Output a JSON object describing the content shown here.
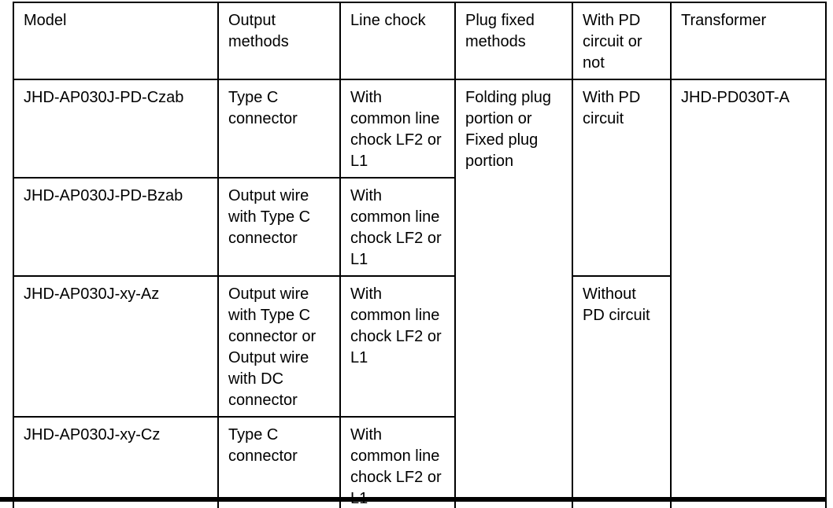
{
  "table": {
    "headers": {
      "model": "Model",
      "output_methods": "Output methods",
      "line_chock": "Line chock",
      "plug_fixed_methods": "Plug fixed methods",
      "pd_circuit": "With PD circuit or not",
      "transformer": "Transformer"
    },
    "rows": [
      {
        "model": "JHD-AP030J-PD-Czab",
        "output": "Type C connector",
        "chock": "With common line chock LF2 or L1"
      },
      {
        "model": "JHD-AP030J-PD-Bzab",
        "output": "Output wire with Type C connector",
        "chock": "With common line chock LF2 or L1"
      },
      {
        "model": "JHD-AP030J-xy-Az",
        "output": "Output wire with Type C connector or Output wire with DC connector",
        "chock": "With common line chock LF2 or L1"
      },
      {
        "model": "JHD-AP030J-xy-Cz",
        "output": "Type C connector",
        "chock": "With common line chock LF2 or L1"
      }
    ],
    "merged": {
      "plug_fixed": "Folding plug portion or Fixed plug portion",
      "pd_with": "With PD circuit",
      "pd_without": "Without PD circuit",
      "transformer_model": "JHD-PD030T-A"
    },
    "colors": {
      "border": "#000000",
      "text": "#000000",
      "background": "#ffffff"
    }
  }
}
